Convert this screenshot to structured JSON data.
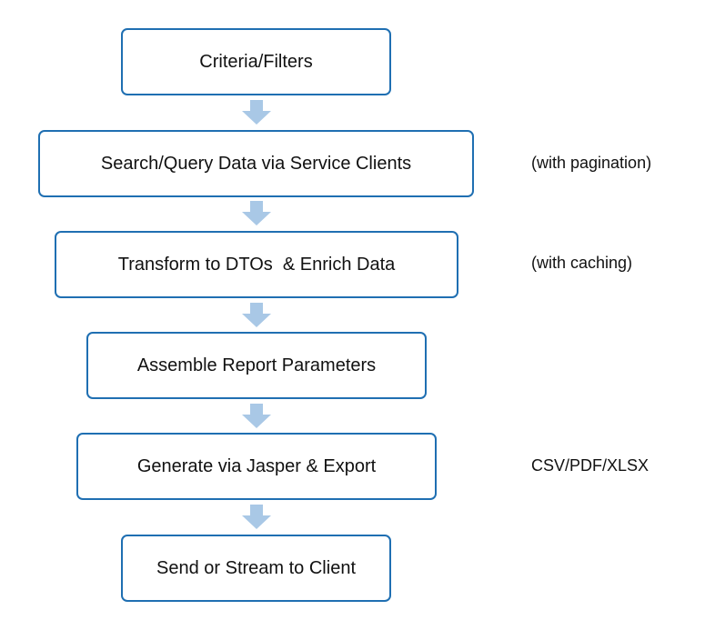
{
  "steps": [
    {
      "label": "Criteria/Filters"
    },
    {
      "label": "Search/Query Data via Service Clients"
    },
    {
      "label": "Transform to DTOs  & Enrich Data"
    },
    {
      "label": "Assemble Report Parameters"
    },
    {
      "label": "Generate via Jasper & Export"
    },
    {
      "label": "Send or Stream to Client"
    }
  ],
  "notes": {
    "pagination": "(with pagination)",
    "caching": "(with caching)",
    "formats": "CSV/PDF/XLSX"
  },
  "colors": {
    "box_border": "#1f6fb2",
    "arrow_fill": "#a9c8e6"
  }
}
